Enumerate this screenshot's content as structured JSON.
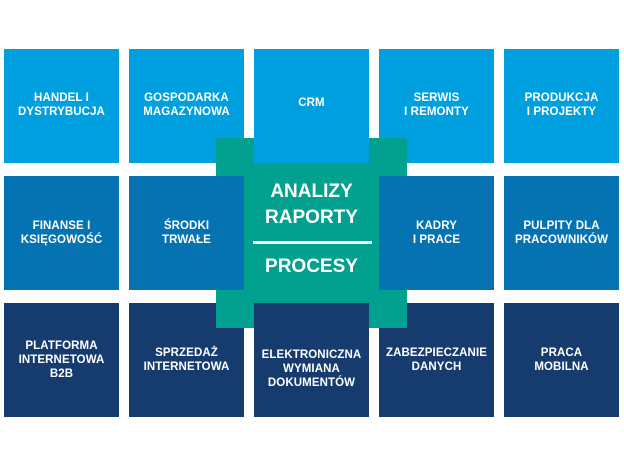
{
  "diagram": {
    "colors": {
      "row1": "#009fe0",
      "row2": "#0572b1",
      "row3": "#163b6f",
      "center": "#02a08e",
      "text": "#ffffff",
      "background": "#ffffff"
    },
    "center": {
      "line1": "ANALIZY",
      "line2": "RAPORTY",
      "line3": "PROCESY"
    },
    "rows": [
      {
        "tiles": [
          {
            "label": "HANDEL I\nDYSTRYBUCJA"
          },
          {
            "label": "GOSPODARKA\nMAGAZYNOWA"
          },
          {
            "label": "CRM"
          },
          {
            "label": "SERWIS\nI REMONTY"
          },
          {
            "label": "PRODUKCJA\nI PROJEKTY"
          }
        ]
      },
      {
        "tiles": [
          {
            "label": "FINANSE I\nKSIĘGOWOŚĆ"
          },
          {
            "label": "ŚRODKI\nTRWAŁE"
          },
          {
            "label": ""
          },
          {
            "label": "KADRY\nI PRACE"
          },
          {
            "label": "PULPITY DLA\nPRACOWNIKÓW"
          }
        ]
      },
      {
        "tiles": [
          {
            "label": "PLATFORMA\nINTERNETOWA\nB2B"
          },
          {
            "label": "SPRZEDAŻ\nINTERNETOWA"
          },
          {
            "label": "ELEKTRONICZNA\nWYMIANA\nDOKUMENTÓW"
          },
          {
            "label": "ZABEZPIECZANIE\nDANYCH"
          },
          {
            "label": "PRACA\nMOBILNA"
          }
        ]
      }
    ]
  }
}
